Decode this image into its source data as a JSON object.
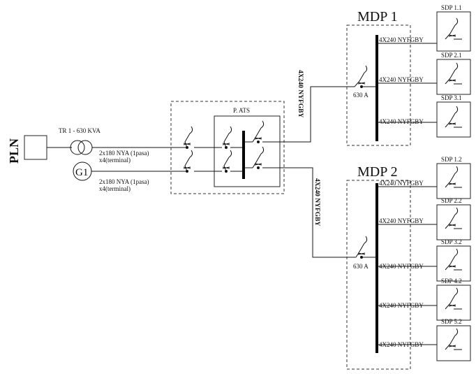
{
  "source": {
    "pln": "PLN"
  },
  "transformer": {
    "label": "TR 1 - 630 KVA"
  },
  "generator": {
    "label": "G1"
  },
  "feeder_tr": {
    "line1": "2x180 NYA (1pasa)",
    "line2": "x4(terminal)"
  },
  "feeder_gen": {
    "line1": "2x180 NYA (1pasa)",
    "line2": "x4(terminal)"
  },
  "ats": {
    "label": "P. ATS"
  },
  "mdp1": {
    "title": "MDP 1",
    "feeder_cable": "4X240 NYFGBY",
    "breaker": "630 A",
    "outgoing": [
      {
        "cable": "4X240 NYFGBY",
        "sdp": "SDP 1.1"
      },
      {
        "cable": "4X240 NYFGBY",
        "sdp": "SDP 2.1"
      },
      {
        "cable": "4X240 NYFGBY",
        "sdp": "SDP 3.1"
      }
    ]
  },
  "mdp2": {
    "title": "MDP 2",
    "feeder_cable": "4X240 NYFGBY",
    "breaker": "630 A",
    "outgoing": [
      {
        "cable": "4X240 NYFGBY",
        "sdp": "SDP 1.2"
      },
      {
        "cable": "4X240 NYFGBY",
        "sdp": "SDP 2.2"
      },
      {
        "cable": "4X240 NYFGBY",
        "sdp": "SDP 3.2"
      },
      {
        "cable": "4X240 NYFGBY",
        "sdp": "SDP 4.2"
      },
      {
        "cable": "4X240 NYFGBY",
        "sdp": "SDP 5.2"
      }
    ]
  }
}
